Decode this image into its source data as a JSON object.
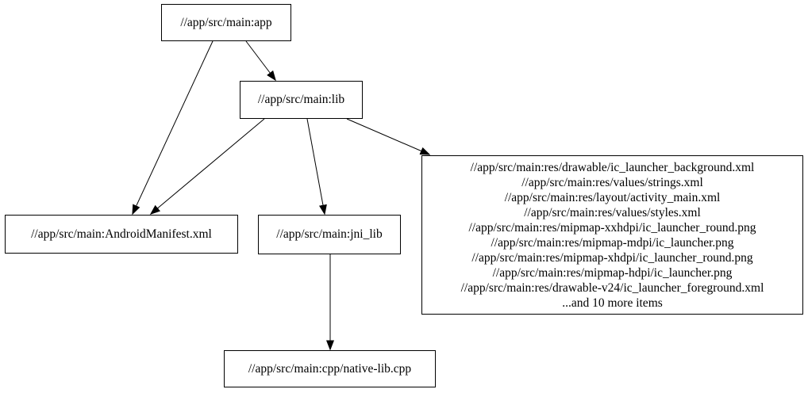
{
  "colors": {
    "background": "#ffffff",
    "node_border": "#000000",
    "edge": "#000000",
    "text": "#000000"
  },
  "diagram": {
    "nodes": {
      "app": {
        "label": "//app/src/main:app"
      },
      "lib": {
        "label": "//app/src/main:lib"
      },
      "manifest": {
        "label": "//app/src/main:AndroidManifest.xml"
      },
      "jni_lib": {
        "label": "//app/src/main:jni_lib"
      },
      "native": {
        "label": "//app/src/main:cpp/native-lib.cpp"
      },
      "res": {
        "lines": [
          "//app/src/main:res/drawable/ic_launcher_background.xml",
          "//app/src/main:res/values/strings.xml",
          "//app/src/main:res/layout/activity_main.xml",
          "//app/src/main:res/values/styles.xml",
          "//app/src/main:res/mipmap-xxhdpi/ic_launcher_round.png",
          "//app/src/main:res/mipmap-mdpi/ic_launcher.png",
          "//app/src/main:res/mipmap-xhdpi/ic_launcher_round.png",
          "//app/src/main:res/mipmap-hdpi/ic_launcher.png",
          "//app/src/main:res/drawable-v24/ic_launcher_foreground.xml",
          "...and 10 more items"
        ]
      }
    },
    "edges": [
      {
        "from": "//app/src/main:app",
        "to": "//app/src/main:AndroidManifest.xml"
      },
      {
        "from": "//app/src/main:app",
        "to": "//app/src/main:lib"
      },
      {
        "from": "//app/src/main:lib",
        "to": "//app/src/main:AndroidManifest.xml"
      },
      {
        "from": "//app/src/main:lib",
        "to": "//app/src/main:jni_lib"
      },
      {
        "from": "//app/src/main:lib",
        "to": "res-file-group"
      },
      {
        "from": "//app/src/main:jni_lib",
        "to": "//app/src/main:cpp/native-lib.cpp"
      }
    ]
  }
}
